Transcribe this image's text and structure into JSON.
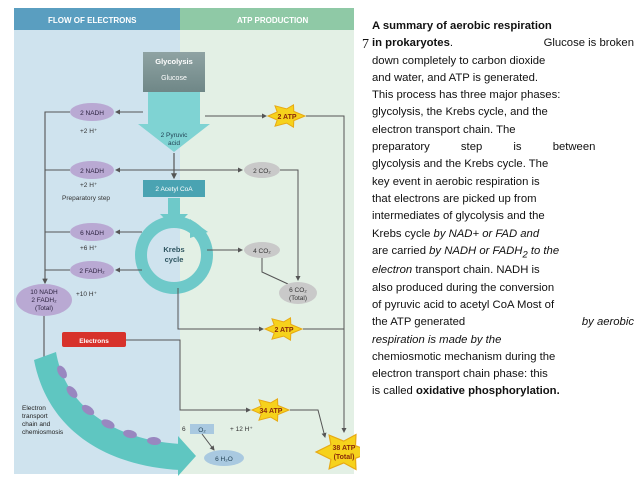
{
  "diagram": {
    "header_left": "FLOW OF ELECTRONS",
    "header_right": "ATP PRODUCTION",
    "glycolysis_title": "Glycolysis",
    "glucose": "Glucose",
    "nadh_1": "2 NADH",
    "h_1": "+2 H⁺",
    "pyruvic_line1": "2 Pyruvic",
    "pyruvic_line2": "acid",
    "atp_1": "2 ATP",
    "nadh_2": "2 NADH",
    "h_2": "+2 H⁺",
    "prep_step": "Preparatory step",
    "acetyl_coa": "2 Acetyl CoA",
    "co2_1": "2 CO₂",
    "nadh_3": "6 NADH",
    "h_3": "+6 H⁺",
    "krebs_line1": "Krebs",
    "krebs_line2": "cycle",
    "co2_2": "4 CO₂",
    "fadh2": "2 FADH₂",
    "co2_total_line1": "6 CO₂",
    "co2_total_line2": "(Total)",
    "total_line1": "10 NADH",
    "total_line2": "2 FADH₂",
    "total_line3": "(Total)",
    "h_10": "+10 H⁺",
    "atp_2": "2 ATP",
    "electrons": "Electrons",
    "etc_line1": "Electron",
    "etc_line2": "transport",
    "etc_line3": "chain and",
    "etc_line4": "chemiosmosis",
    "o2_coef": "6",
    "o2": "O₂",
    "h_12": "+ 12 H⁺",
    "water": "6 H₂O",
    "atp_34": "34 ATP",
    "atp_38_line1": "38 ATP",
    "atp_38_line2": "(Total)"
  },
  "page_number": "7",
  "text": {
    "title_a": "A summary of aerobic respiration",
    "title_b": "in prokaryotes",
    "l2_rest": "Glucose is broken",
    "l3": "down completely to carbon dioxide",
    "l4": "and water, and ATP is generated.",
    "l5": "This process has three major phases:",
    "l6": "glycolysis, the Krebs cycle, and the",
    "l7": "electron transport chain. The",
    "l8": "preparatory step is between",
    "l9": "glycolysis and the Krebs cycle. The",
    "l10": "key event in aerobic respiration is",
    "l11": "that electrons are picked up from",
    "l12": "intermediates of glycolysis and the",
    "l13_a": "Krebs cycle",
    "l13_b": "by NAD+ or FAD and",
    "l14_a": "are carried",
    "l14_b": "by NADH or FADH",
    "l14_sub": "2",
    "l14_c": "to the",
    "l15_a": "electron",
    "l15_b": "transport chain. NADH is",
    "l16": "also produced during the conversion",
    "l17": "of pyruvic acid to acetyl CoA Most of",
    "l18_a": "the ATP generated",
    "l18_b": "by aerobic",
    "l19": "respiration is made by the",
    "l20": "chemiosmotic mechanism during the",
    "l21": "electron transport chain phase: this",
    "l22_a": "is called",
    "l22_b": "oxidative phosphorylation."
  }
}
